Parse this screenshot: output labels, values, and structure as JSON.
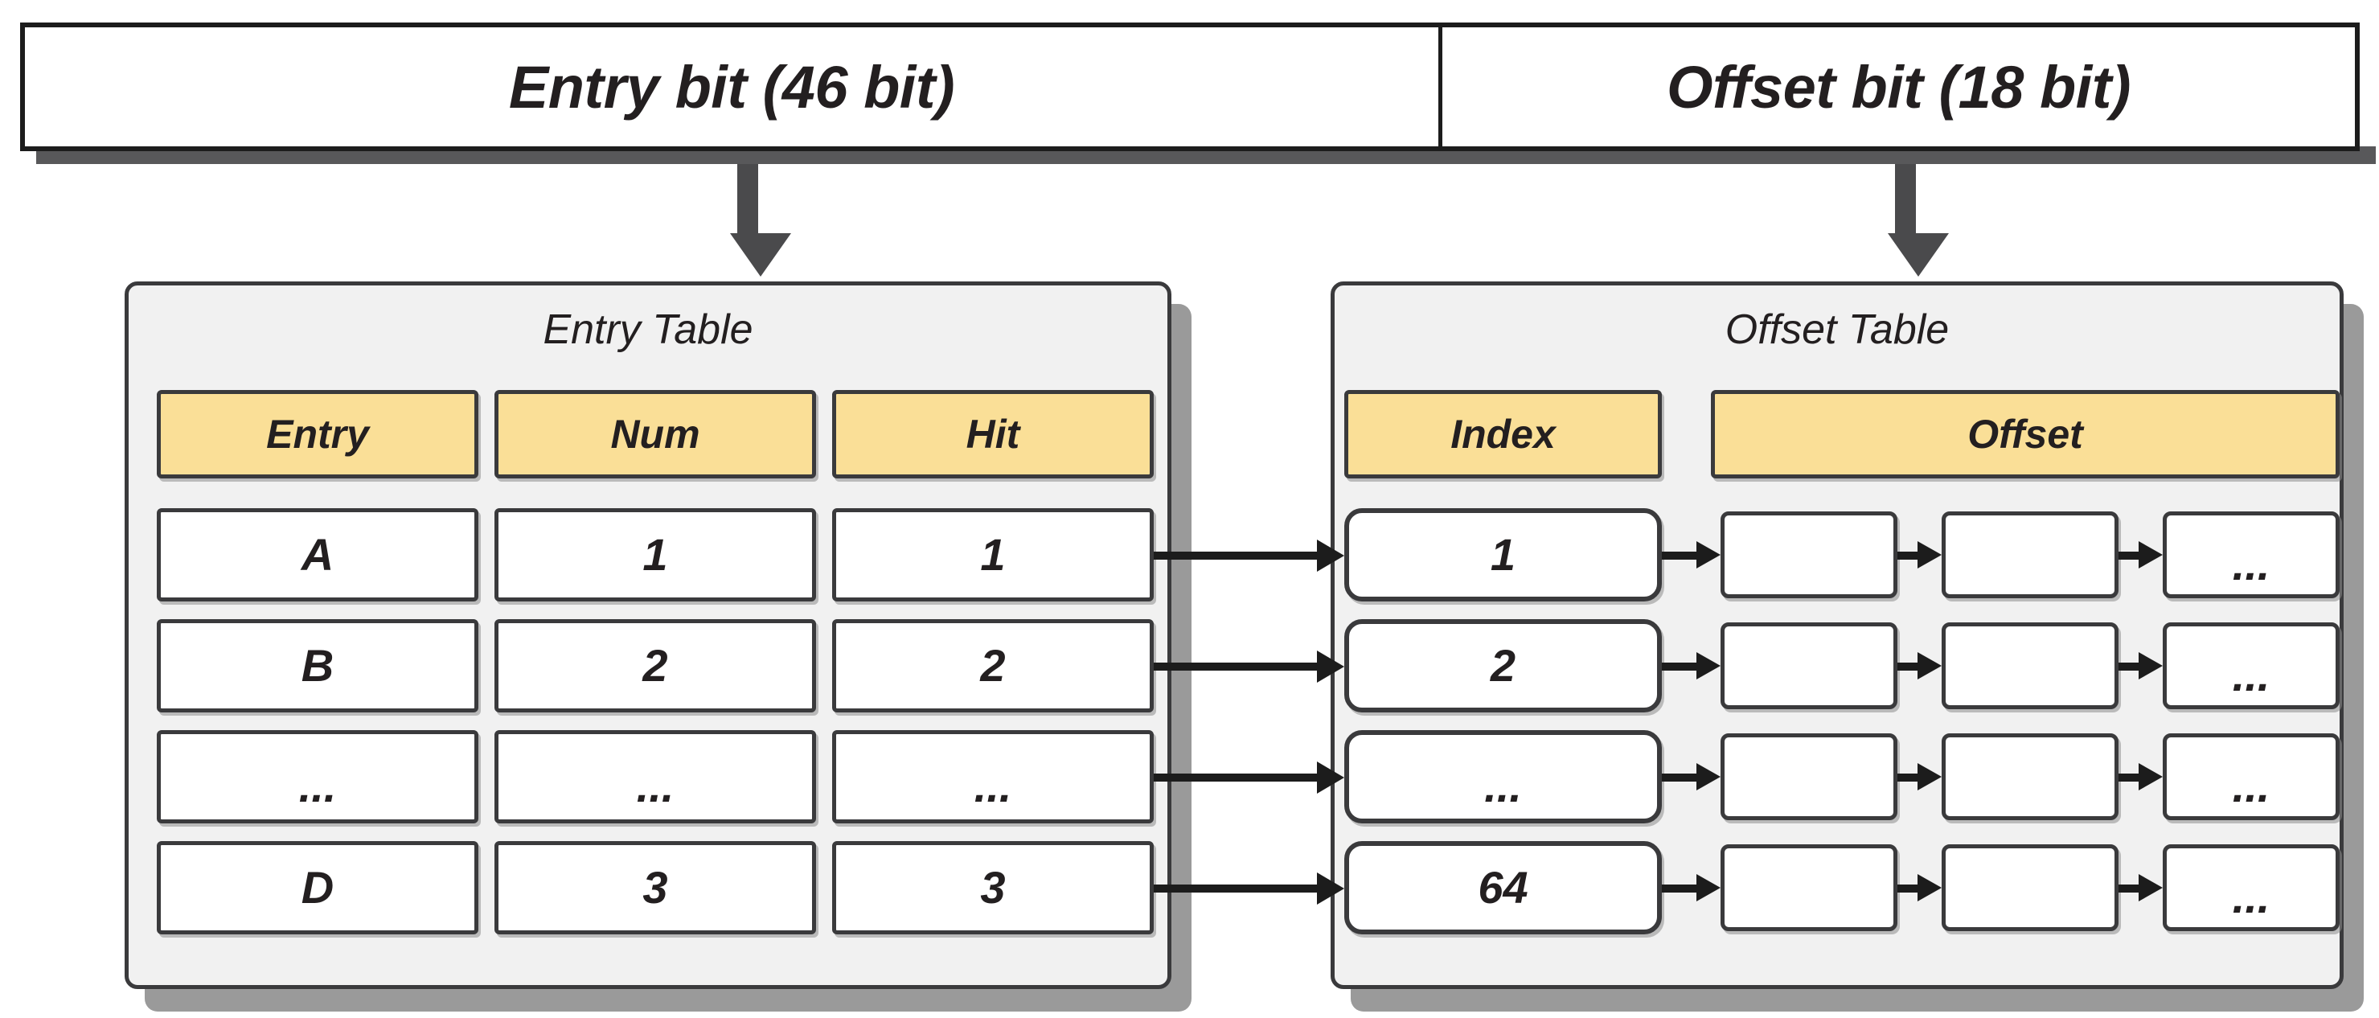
{
  "bit_bar": {
    "segments": [
      {
        "label": "Entry bit (46 bit)",
        "name": "entry-bit-field"
      },
      {
        "label": "Offset bit (18 bit)",
        "name": "offset-bit-field"
      }
    ]
  },
  "entry_table": {
    "title": "Entry Table",
    "headers": [
      "Entry",
      "Num",
      "Hit"
    ],
    "rows": [
      [
        "A",
        "1",
        "1"
      ],
      [
        "B",
        "2",
        "2"
      ],
      [
        "...",
        "...",
        "..."
      ],
      [
        "D",
        "3",
        "3"
      ]
    ]
  },
  "offset_table": {
    "title": "Offset Table",
    "headers": [
      "Index",
      "Offset"
    ],
    "rows": [
      {
        "index": "1",
        "offsets": [
          "",
          "",
          "..."
        ]
      },
      {
        "index": "2",
        "offsets": [
          "",
          "",
          "..."
        ]
      },
      {
        "index": "...",
        "offsets": [
          "",
          "",
          "..."
        ]
      },
      {
        "index": "64",
        "offsets": [
          "",
          "",
          "..."
        ]
      }
    ]
  },
  "colors": {
    "header_fill": "#fadf97",
    "panel_fill": "#f1f1f1",
    "border": "#3a3a3c",
    "arrow": "#1c1c1c",
    "bit_arrow": "#4a4a4c"
  }
}
